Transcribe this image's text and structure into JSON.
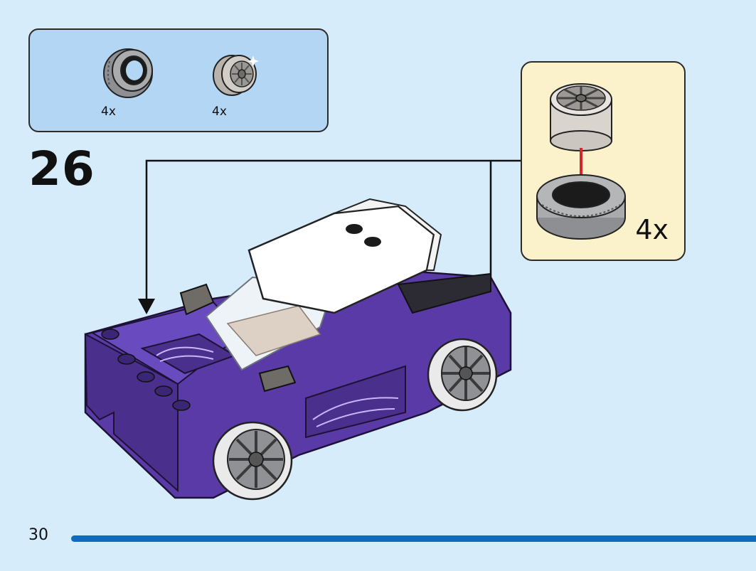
{
  "parts_list": {
    "items": [
      {
        "icon": "tire-icon",
        "quantity": "4x"
      },
      {
        "icon": "rim-icon",
        "quantity": "4x"
      }
    ]
  },
  "step": {
    "number": "26"
  },
  "callout": {
    "quantity": "4x"
  },
  "footer": {
    "page_number": "30",
    "progress": 1.0
  },
  "colors": {
    "background": "#d6ecfb",
    "panel": "#b3d6f4",
    "callout": "#fbf2cc",
    "progress": "#0f6cbd",
    "car_body": "#5a3aa6",
    "arrow_red": "#d7262b"
  }
}
